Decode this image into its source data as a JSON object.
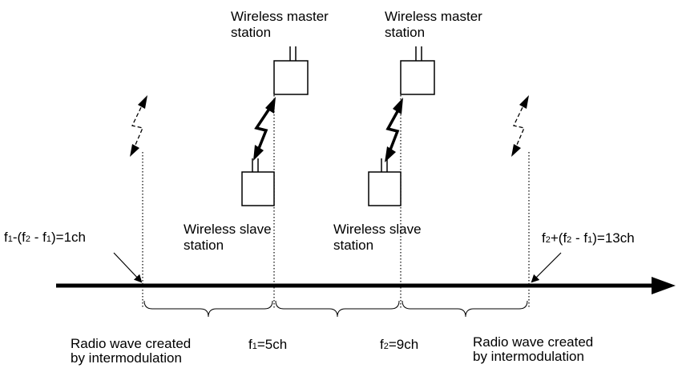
{
  "labels": {
    "master_left": [
      "Wireless master",
      "station"
    ],
    "master_right": [
      "Wireless master",
      "station"
    ],
    "slave_left": [
      "Wireless slave",
      "station"
    ],
    "slave_right": [
      "Wireless slave",
      "station"
    ],
    "freq_low": {
      "a": "f",
      "a_sub": "1",
      "b": "-(f",
      "b_sub": "2",
      "c": " - f",
      "c_sub": "1",
      "d": ")=1ch"
    },
    "freq_high": {
      "a": "f",
      "a_sub": "2",
      "b": "+(f",
      "b_sub": "2",
      "c": " - f",
      "c_sub": "1",
      "d": ")=13ch"
    },
    "f1": {
      "a": "f",
      "a_sub": "1",
      "b": "=5ch"
    },
    "f2": {
      "a": "f",
      "a_sub": "2",
      "b": "=9ch"
    },
    "im_left": [
      "Radio wave created",
      "by intermodulation"
    ],
    "im_right": [
      "Radio wave created",
      "by intermodulation"
    ]
  }
}
